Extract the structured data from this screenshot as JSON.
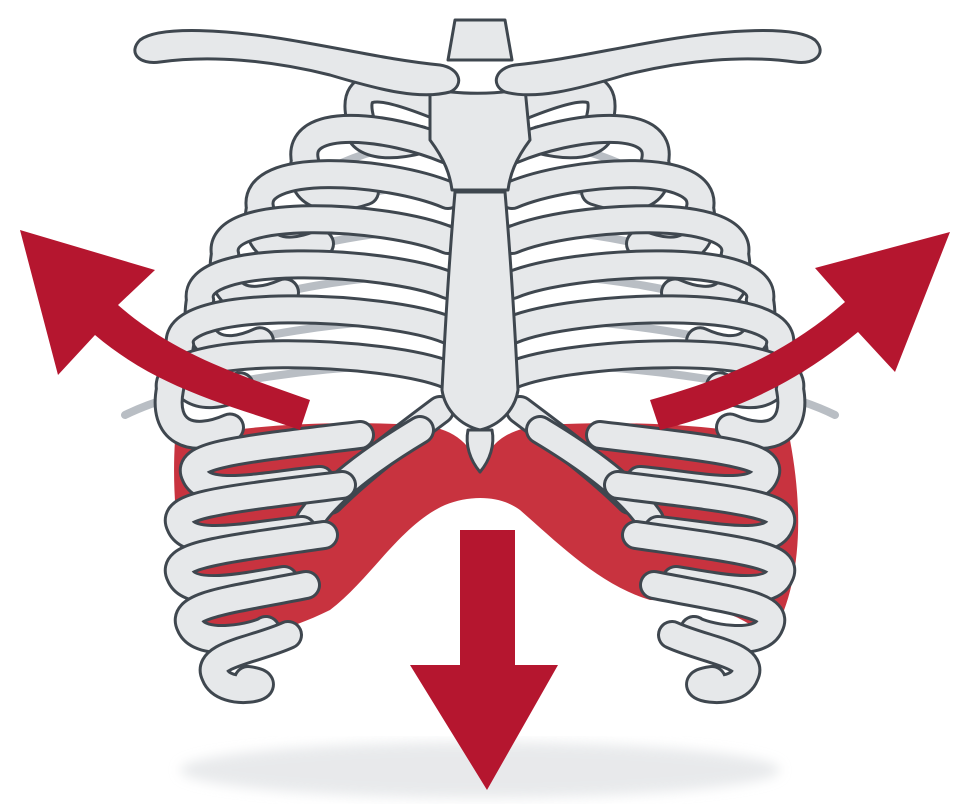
{
  "figure": {
    "subject": "rib-cage",
    "text_labels": []
  },
  "colors": {
    "background": "#ffffff",
    "bone_fill": "#e6e8ea",
    "bone_stroke": "#3f474f",
    "back_rib": "#b9bec4",
    "diaphragm": "#c8333f",
    "arrow": "#b5162f",
    "shadow": "#cfd2d6"
  },
  "arrows": [
    {
      "name": "left-expansion-arrow",
      "direction": "up-left"
    },
    {
      "name": "right-expansion-arrow",
      "direction": "up-right"
    },
    {
      "name": "downward-diaphragm-arrow",
      "direction": "down"
    }
  ]
}
